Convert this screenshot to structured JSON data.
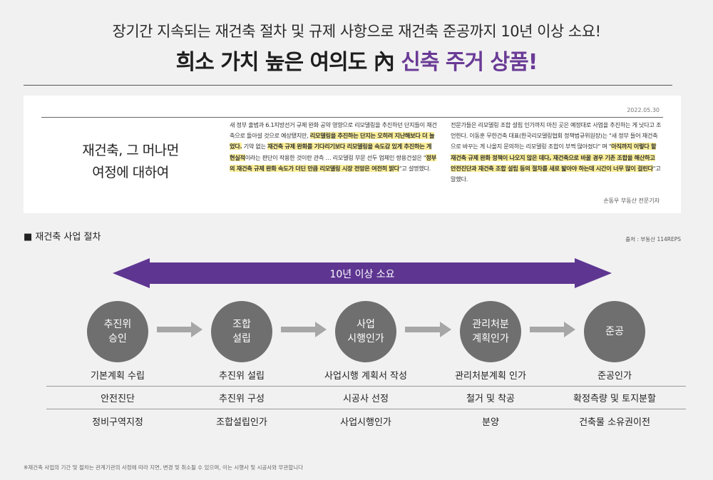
{
  "header": {
    "line1": "장기간 지속되는 재건축 절차 및 규제 사항으로 재건축 준공까지 10년 이상 소요!",
    "line2_prefix": "희소 가치 높은 여의도 內",
    "line2_accent": "신축 주거 상품!",
    "accent_color": "#6a3b96"
  },
  "article": {
    "date": "2022.05.30",
    "title_line1": "재건축, 그 머나먼",
    "title_line2": "여정에 대하여",
    "col1": [
      {
        "t": "새 정부 출범과 6.1지방선거 규제 완화 공약 영향으로 리모델링을 추진하던 단지들이 재건축으로 돌아설 것으로 예상됐지만, ",
        "h": false
      },
      {
        "t": "리모델링을 추진하는 단지는 오히려 지난해보다 더 늘었다.",
        "h": true
      },
      {
        "t": " 기약 없는 ",
        "h": false
      },
      {
        "t": "재건축 규제 완화를 기다리기보다 리모델링을 속도감 있게 추진하는 게 현실적",
        "h": true
      },
      {
        "t": "이라는 판단이 작용한 것이란 관측 … 리모델링 부문 선두 업체인 쌍용건설은 \"",
        "h": false
      },
      {
        "t": "정부의 재건축 규제 완화 속도가 더딘 만큼 리모델링 시장 전망은 여전히 밝다",
        "h": true
      },
      {
        "t": "\"고 설명했다.",
        "h": false
      }
    ],
    "col2": [
      {
        "t": "전문가들은 리모델링 조합 설립 인가까지 마친 곳은 예정대로 사업을 추진하는 게 낫다고 조언한다. 이동훈 무한건축 대표(한국리모델링협회 정책법규위원장)는 \"새 정부 들어 재건축으로 바꾸는 게 나올지 문의하는 리모델링 조합이 부쩍 많아졌다\" 며 \"",
        "h": false
      },
      {
        "t": "아직까지 이렇다 할 재건축 규제 완화 정책이 나오지 않은 데다, 재건축으로 바꿀 경우 기존 조합을 해산하고 안전진단과 재건축 조합 설립 등의 절차를 새로 밟아야 하는데 시간이 너무 많이 걸린다",
        "h": true
      },
      {
        "t": "\"고 말했다.",
        "h": false
      }
    ],
    "author": "손동우 부동산 전문기자"
  },
  "section": {
    "title": "■ 재건축 사업 절차",
    "source": "출처 : 부동산 114REPS",
    "duration": "10년 이상 소요",
    "arrow_color": "#5e3692",
    "steps": [
      {
        "name_lines": [
          "추진위",
          "승인"
        ],
        "items": [
          "기본계획 수립",
          "안전진단",
          "정비구역지정"
        ]
      },
      {
        "name_lines": [
          "조합",
          "설립"
        ],
        "items": [
          "추진위 설립",
          "추진위 구성",
          "조합설립인가"
        ]
      },
      {
        "name_lines": [
          "사업",
          "시행인가"
        ],
        "items": [
          "사업시행 계획서 작성",
          "시공사 선정",
          "사업시행인가"
        ]
      },
      {
        "name_lines": [
          "관리처분",
          "계획인가"
        ],
        "items": [
          "관리처분계획 인가",
          "철거 및 착공",
          "분양"
        ]
      },
      {
        "name_lines": [
          "준공"
        ],
        "items": [
          "준공인가",
          "확정측량 및 토지분할",
          "건축물 소유권이전"
        ]
      }
    ]
  },
  "footnote": "※재건축 사업의 기간 및 절차는 관계기관의 사정에 따라 지연, 변경 및 취소될 수 있으며, 이는 시행사 및 시공사와 무관합니다"
}
